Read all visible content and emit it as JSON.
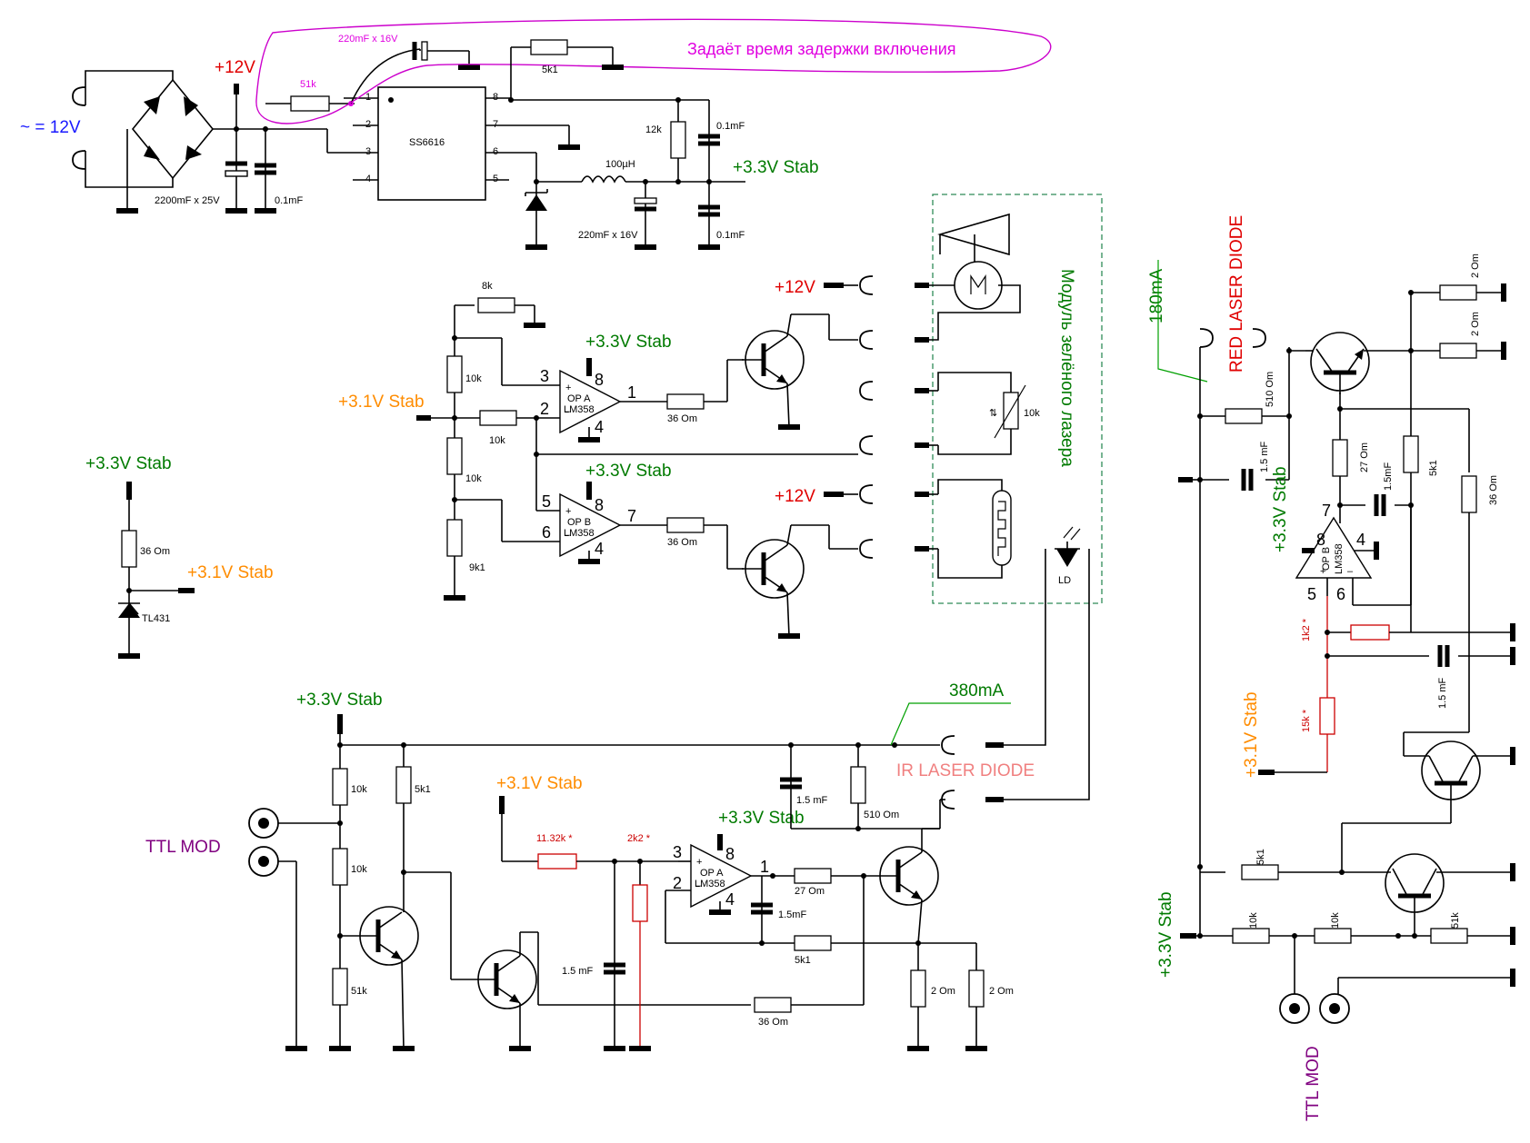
{
  "labels": {
    "ac_input": "~ = 12V",
    "plus12_top": "+12V",
    "plus12_a": "+12V",
    "plus12_b": "+12V",
    "stab33_top": "+3.3V Stab",
    "stab33_opa": "+3.3V Stab",
    "stab33_opb": "+3.3V Stab",
    "stab33_left": "+3.3V Stab",
    "stab33_bottom": "+3.3V Stab",
    "stab33_ir_opa": "+3.3V Stab",
    "stab33_right_opb": "+3.3V Stab",
    "stab33_right_bottom": "+3.3V Stab",
    "stab31_mid": "+3.1V Stab",
    "stab31_left": "+3.1V Stab",
    "stab31_bottom": "+3.1V Stab",
    "stab31_right": "+3.1V Stab",
    "delay_note": "Задаёт время задержки включения",
    "green_module": "Модуль зелёного лазера",
    "ir_laser": "IR LASER DIODE",
    "red_laser": "RED LASER DIODE",
    "ttl_mod_left": "TTL MOD",
    "ttl_mod_right": "TTL MOD",
    "current_380": "380mA",
    "current_180": "180mA"
  },
  "components": {
    "ss6616": "SS6616",
    "tl431": "TL431",
    "ld": "LD",
    "opa_top": [
      "OP A",
      "LM358"
    ],
    "opb_top": [
      "OP B",
      "LM358"
    ],
    "opa_ir": [
      "OP A",
      "LM358"
    ],
    "opb_red": [
      "OP B",
      "LM358"
    ]
  },
  "values": {
    "c2200": "2200mF x 25V",
    "c01_a": "0.1mF",
    "c220_top": "220mF x 16V",
    "r51k_top": "51k",
    "r5k1_top": "5k1",
    "r12k": "12k",
    "c01_b": "0.1mF",
    "l100": "100µH",
    "c220_b": "220mF x 16V",
    "c01_c": "0.1mF",
    "r8k": "8k",
    "r10k_a": "10k",
    "r10k_b": "10k",
    "r10k_c": "10k",
    "r9k1": "9k1",
    "r36_a": "36 Om",
    "r36_b": "36 Om",
    "r36_tl": "36 Om",
    "pot10k": "10k",
    "r10k_ir1": "10k",
    "r10k_ir2": "10k",
    "r51k_ir": "51k",
    "r5k1_ir": "5k1",
    "r1132": "11.32k *",
    "r2k2": "2k2 *",
    "c15_ir": "1.5 mF",
    "c15_ir2": "1.5mF",
    "c15_ir_top": "1.5 mF",
    "r27_ir": "27 Om",
    "r5k1_ir2": "5k1",
    "r36_ir": "36 Om",
    "r510_ir": "510 Om",
    "r2om_a": "2 Om",
    "r2om_b": "2 Om",
    "r2om_r1": "2 Om",
    "r2om_r2": "2 Om",
    "r510_r": "510 Om",
    "c15_r": "1.5 mF",
    "r27_r": "27 Om",
    "c15_r2": "1.5mF",
    "r5k1_r": "5k1",
    "r36_r": "36 Om",
    "r1k2": "1k2 *",
    "c15_r3": "1.5 mF",
    "r15k": "15k *",
    "r5k1_r2": "5k1",
    "r10k_r1": "10k",
    "r10k_r2": "10k",
    "r51k_r": "51k"
  },
  "pins": {
    "ss1": "1",
    "ss2": "2",
    "ss3": "3",
    "ss4": "4",
    "ss5": "5",
    "ss6": "6",
    "ss7": "7",
    "ss8": "8",
    "opa3": "3",
    "opa2": "2",
    "opa8": "8",
    "opa4": "4",
    "opa1": "1",
    "opb5": "5",
    "opb6": "6",
    "opb8": "8",
    "opb4": "4",
    "opb7": "7",
    "ir3": "3",
    "ir2": "2",
    "ir8": "8",
    "ir4": "4",
    "ir1": "1",
    "rb7": "7",
    "rb8": "8",
    "rb4": "4",
    "rb5": "5",
    "rb6": "6"
  },
  "colors": {
    "green": "#007a00",
    "orange": "#ff8c00",
    "red": "#e00000",
    "blue": "#1a1aff",
    "magenta": "#e000e0",
    "purple": "#800080",
    "pink": "#f08080"
  }
}
